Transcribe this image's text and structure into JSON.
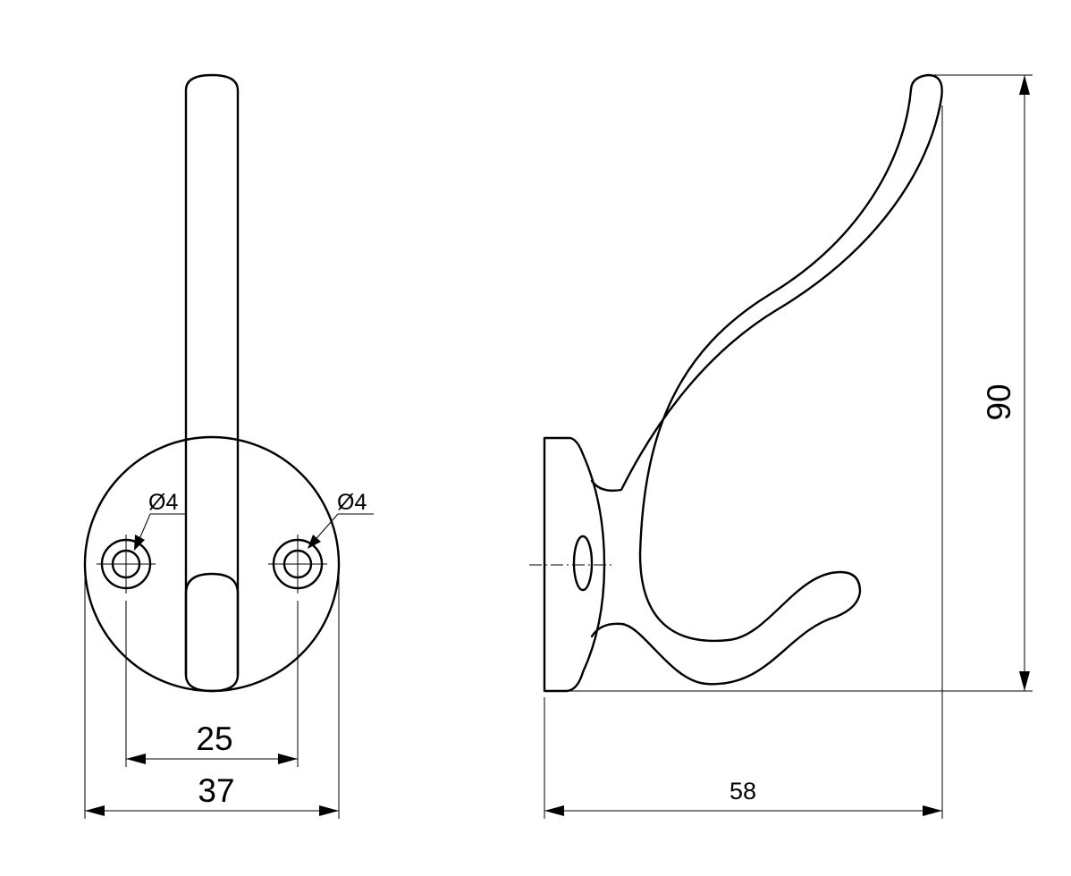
{
  "front_view": {
    "hole_left_label": "Ø4",
    "hole_right_label": "Ø4",
    "hole_spacing": "25",
    "plate_diameter": "37"
  },
  "side_view": {
    "depth": "58",
    "height": "90"
  },
  "colors": {
    "line": "#000000",
    "background": "#ffffff"
  }
}
